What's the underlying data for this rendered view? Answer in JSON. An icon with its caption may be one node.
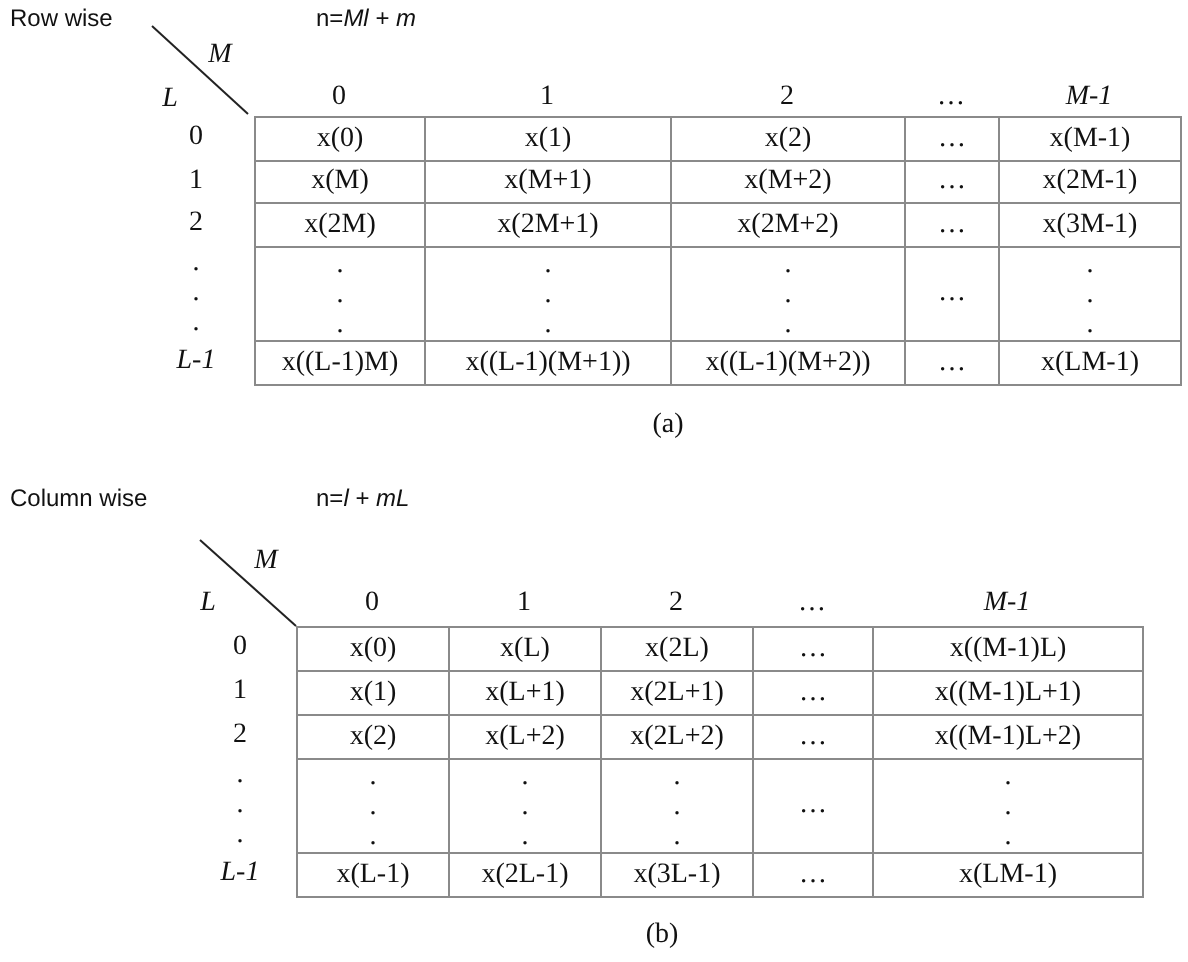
{
  "diagram": {
    "labels": [
      "Row wise",
      "n=*Ml* + *m*",
      "M",
      "L",
      "0",
      "1",
      "2",
      "…",
      "M-1",
      "0",
      "x(0)",
      "x(1)",
      "x(2)",
      "…",
      "x(M-1)",
      "1",
      "x(M)",
      "x(M+1)",
      "x(M+2)",
      "…",
      "x(2M-1)",
      "2",
      "x(2M)",
      "x(2M+1)",
      "x(2M+2)",
      "…",
      "x(3M-1)",
      ". . .",
      ". . .",
      ". . .",
      ". . .",
      "…",
      ". . .",
      "L-1",
      "x((L-1)M)",
      "x((L-1)(M+1))",
      "x((L-1)(M+2))",
      "…",
      "x(LM-1)",
      "(a)",
      "Column wise",
      "n=*l* + *mL*",
      "M",
      "L",
      "0",
      "1",
      "2",
      "…",
      "M-1",
      "0",
      "x(0)",
      "x(L)",
      "x(2L)",
      "…",
      "x((M-1)L)",
      "1",
      "x(1)",
      "x(L+1)",
      "x(2L+1)",
      "…",
      "x((M-1)L+1)",
      "2",
      "x(2)",
      "x(L+2)",
      "x(2L+2)",
      "…",
      "x((M-1)L+2)",
      ". . .",
      ". . .",
      ". . .",
      ". . .",
      "…",
      ". . .",
      "L-1",
      "x(L-1)",
      "x(2L-1)",
      "x(3L-1)",
      "…",
      "x(LM-1)",
      "(b)"
    ]
  }
}
